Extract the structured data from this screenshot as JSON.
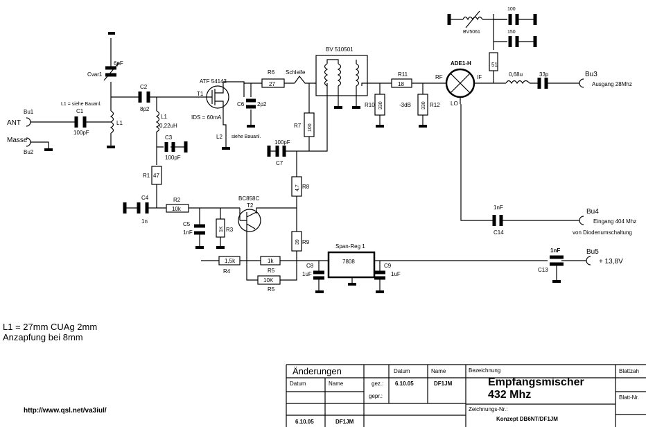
{
  "components": {
    "bu1": "Bu1",
    "ant": "ANT",
    "masse": "Masse",
    "bu2": "Bu2",
    "c1": "C1",
    "c1_val": "100pF",
    "l1_note": "L1 = siehe Bauanl.",
    "l1": "L1",
    "cvar1": "Cvar1",
    "cvar_val": "6pF",
    "c2": "C2",
    "c2_val": "8p2",
    "l1b": "L1",
    "l1b_val": "0,22uH",
    "c3": "C3",
    "c3_val": "100pF",
    "r1": "R1",
    "r1_val": "47",
    "c4": "C4",
    "c4_val": "1n",
    "r2": "R2",
    "r2_val": "10k",
    "c5": "C5",
    "c5_val": "1nF",
    "r3": "R3",
    "r3_val": "1K",
    "t1": "T1",
    "t1_type": "ATF 54143",
    "ids": "IDS = 60mA",
    "c6": "C6",
    "c6_val": "2p2",
    "l2": "L2",
    "l2_note": "siehe Bauanl.",
    "r6": "R6",
    "r6_val": "27",
    "schleife": "Schleife",
    "bv": "BV 510501",
    "r7": "R7",
    "r7_val": "100",
    "c7": "C7",
    "c7_val": "100pF",
    "r8": "R8",
    "r8_val": "4,7",
    "t2": "T2",
    "t2_type": "BC858C",
    "r9": "R9",
    "r9_val": "39",
    "r4": "R4",
    "r4_val": "1,5k",
    "r5a": "R5",
    "r5a_val": "1k",
    "r5b": "R5",
    "r5b_val": "10K",
    "c8": "C8",
    "c8_val": "1uF",
    "spanreg": "Span-Reg 1",
    "reg_val": "7808",
    "c9": "C9",
    "c9_val": "1uF",
    "r10": "R10",
    "r10_val": "330",
    "r11": "R11",
    "r11_val": "18",
    "att": "-3dB",
    "r12": "R12",
    "r12_val": "330",
    "mixer": "ADE1-H",
    "rf": "RF",
    "if_": "IF",
    "lo": "LO",
    "bv5061": "BV5061",
    "cap100": "100",
    "cap150": "150",
    "r51": "51",
    "l068": "0,68u",
    "c33": "33p",
    "bu3": "Bu3",
    "bu3_desc": "Ausgang 28Mhz",
    "c14_val": "1nF",
    "c14": "C14",
    "bu4": "Bu4",
    "bu4_desc": "Eingang 404 Mhz",
    "bu4_desc2": "von Diodenumschaltung",
    "c13_val": "1nF",
    "c13": "C13",
    "bu5": "Bu5",
    "bu5_desc": "+ 13,8V"
  },
  "notes": {
    "line1": "L1 = 27mm CUAg 2mm",
    "line2": "Anzapfung bei 8mm",
    "url": "http://www.qsl.net/va3iul/"
  },
  "title_block": {
    "aenderungen": "Änderungen",
    "datum_h": "Datum",
    "name_h": "Name",
    "datum_col": "Datum",
    "name_col": "Name",
    "gez": "gez.:",
    "gez_date": "6.10.05",
    "gez_name": "DF1JM",
    "gepr": "gepr.:",
    "chg_date": "6.10.05",
    "chg_name": "DF1JM",
    "bezeichnung": "Bezeichnung",
    "title1": "Empfangsmischer",
    "title2": "432 Mhz",
    "zeichnungs_nr": "Zeichnungs-Nr.:",
    "konzept": "Konzept DB6NT/DF1JM",
    "blattzahl": "Blattzah",
    "blatt_nr": "Blatt-Nr."
  }
}
